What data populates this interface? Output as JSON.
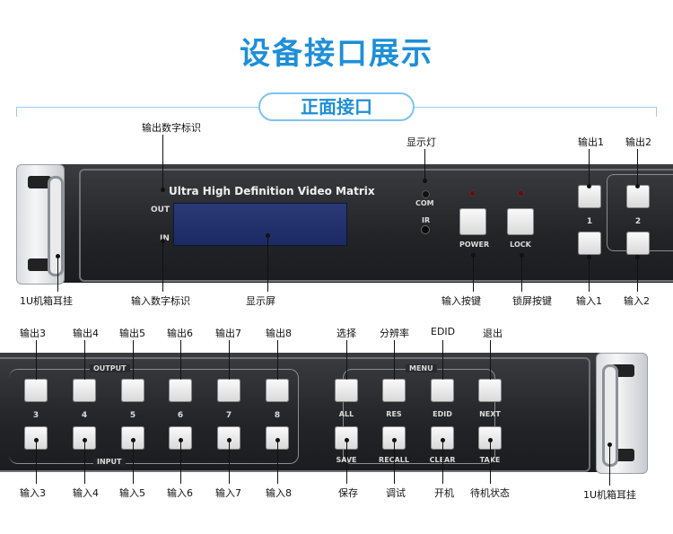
{
  "header": {
    "title": "设备接口展示",
    "section": "正面接口"
  },
  "front_panel": {
    "device_title": "Ultra High Definition Video Matrix",
    "out_mark": "OUT",
    "in_mark": "IN",
    "com_label": "COM",
    "ir_label": "IR",
    "power_label": "POWER",
    "lock_label": "LOCK",
    "num_1": "1",
    "num_2": "2",
    "callouts": {
      "output_digit_id": "输出数字标识",
      "indicator": "显示灯",
      "output1": "输出1",
      "output2": "输出2",
      "ear": "1U机箱耳挂",
      "input_digit_id": "输入数字标识",
      "screen": "显示屏",
      "input_key": "输入按键",
      "lock_key": "锁屏按键",
      "input1": "输入1",
      "input2": "输入2"
    }
  },
  "rear_view": {
    "output_group": "OUTPUT",
    "input_group": "INPUT",
    "menu_group": "MENU",
    "nums": [
      "3",
      "4",
      "5",
      "6",
      "7",
      "8"
    ],
    "menu_top": [
      "ALL",
      "RES",
      "EDID",
      "NEXT"
    ],
    "menu_bottom": [
      "SAVE",
      "RECALL",
      "CLEAR",
      "TAKE"
    ],
    "callouts_top": [
      "输出3",
      "输出4",
      "输出5",
      "输出6",
      "输出7",
      "输出8"
    ],
    "callouts_bottom": [
      "输入3",
      "输入4",
      "输入5",
      "输入6",
      "输入7",
      "输入8"
    ],
    "menu_callouts_top": [
      "选择",
      "分辨率",
      "EDID",
      "退出"
    ],
    "menu_callouts_bottom": [
      "保存",
      "调试",
      "开机",
      "待机状态"
    ],
    "ear": "1U机箱耳挂"
  }
}
